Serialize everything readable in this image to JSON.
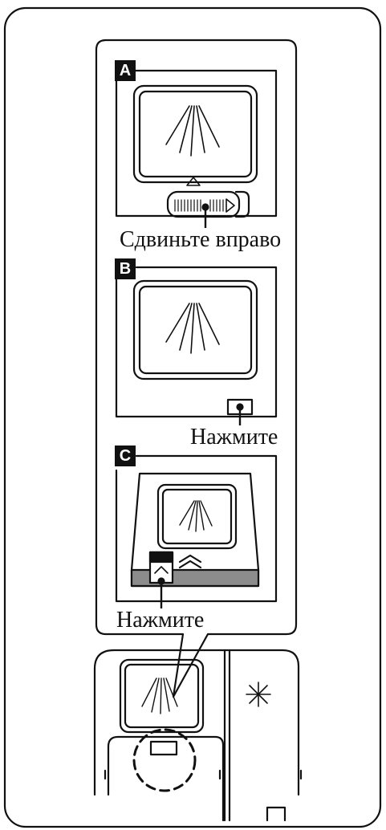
{
  "panels": [
    {
      "letter": "A",
      "caption": "Сдвиньте вправо"
    },
    {
      "letter": "B",
      "caption": "Нажмите"
    },
    {
      "letter": "C",
      "caption": "Нажмите"
    }
  ],
  "colors": {
    "line": "#111111",
    "gray_band": "#8c8c8c",
    "background": "#ffffff"
  },
  "icons": [
    "spray-icon",
    "slide-arrow-icon",
    "up-triangle-icon",
    "push-button-icon",
    "double-chevron-icon",
    "sparkle-icon"
  ]
}
